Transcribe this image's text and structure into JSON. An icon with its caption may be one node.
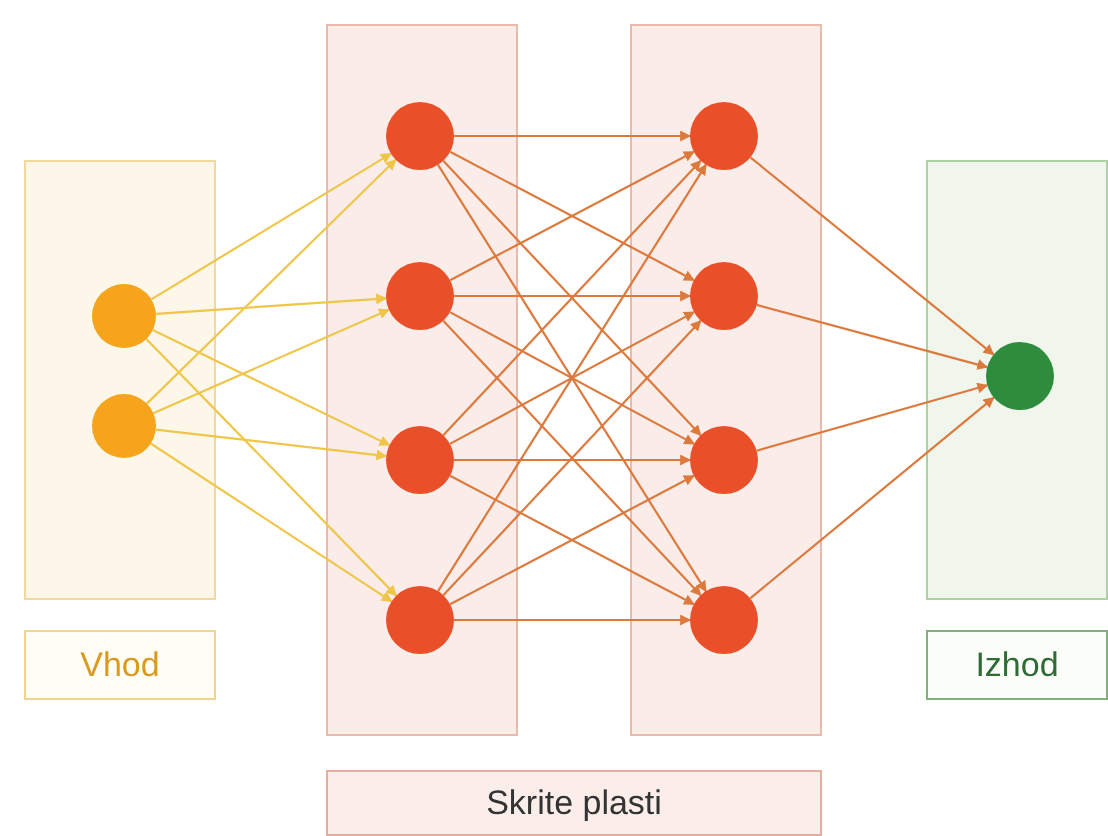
{
  "diagram": {
    "nodes": [
      {
        "text": [],
        "shape": "box"
      },
      {
        "text": [],
        "shape": "circle",
        "in": 0
      },
      {
        "text": [],
        "shape": "circle",
        "in": 0
      },
      {
        "text": [],
        "shape": "box"
      },
      {
        "text": [],
        "shape": "circle",
        "in": 3
      },
      {
        "text": [],
        "shape": "circle",
        "in": 3
      },
      {
        "text": [],
        "shape": "circle",
        "in": 3
      },
      {
        "text": [],
        "shape": "circle",
        "in": 3
      },
      {
        "text": [],
        "shape": "box"
      },
      {
        "text": [],
        "shape": "circle",
        "in": 8
      },
      {
        "text": [],
        "shape": "circle",
        "in": 8
      },
      {
        "text": [],
        "shape": "circle",
        "in": 8
      },
      {
        "text": [],
        "shape": "circle",
        "in": 8
      },
      {
        "text": [],
        "shape": "box"
      },
      {
        "text": [],
        "shape": "circle",
        "in": 13
      },
      {
        "text": [
          "Vhod"
        ]
      },
      {
        "text": [
          "Izhod"
        ]
      },
      {
        "text": [
          "Skrite plasti"
        ]
      }
    ],
    "edges": [
      {
        "from": 1,
        "to": 4,
        "arrow": "to",
        "color": "#f0c64a"
      },
      {
        "from": 1,
        "to": 5,
        "arrow": "to",
        "color": "#f0c64a"
      },
      {
        "from": 1,
        "to": 6,
        "arrow": "to",
        "color": "#f0c64a"
      },
      {
        "from": 1,
        "to": 7,
        "arrow": "to",
        "color": "#f0c64a"
      },
      {
        "from": 2,
        "to": 4,
        "arrow": "to",
        "color": "#f0c64a"
      },
      {
        "from": 2,
        "to": 5,
        "arrow": "to",
        "color": "#f0c64a"
      },
      {
        "from": 2,
        "to": 6,
        "arrow": "to",
        "color": "#f0c64a"
      },
      {
        "from": 2,
        "to": 7,
        "arrow": "to",
        "color": "#f0c64a"
      },
      {
        "from": 4,
        "to": 9,
        "arrow": "to"
      },
      {
        "from": 4,
        "to": 10,
        "arrow": "to"
      },
      {
        "from": 4,
        "to": 11,
        "arrow": "to"
      },
      {
        "from": 4,
        "to": 12,
        "arrow": "to"
      },
      {
        "from": 5,
        "to": 9,
        "arrow": "to"
      },
      {
        "from": 5,
        "to": 10,
        "arrow": "to"
      },
      {
        "from": 5,
        "to": 11,
        "arrow": "to"
      },
      {
        "from": 5,
        "to": 12,
        "arrow": "to"
      },
      {
        "from": 6,
        "to": 9,
        "arrow": "to"
      },
      {
        "from": 6,
        "to": 10,
        "arrow": "to"
      },
      {
        "from": 6,
        "to": 11,
        "arrow": "to"
      },
      {
        "from": 6,
        "to": 12,
        "arrow": "to"
      },
      {
        "from": 7,
        "to": 9,
        "arrow": "to"
      },
      {
        "from": 7,
        "to": 10,
        "arrow": "to"
      },
      {
        "from": 7,
        "to": 11,
        "arrow": "to"
      },
      {
        "from": 7,
        "to": 12,
        "arrow": "to"
      },
      {
        "from": 9,
        "to": 14,
        "arrow": "to"
      },
      {
        "from": 10,
        "to": 14,
        "arrow": "to"
      },
      {
        "from": 11,
        "to": 14,
        "arrow": "to"
      },
      {
        "from": 12,
        "to": 14,
        "arrow": "to"
      }
    ]
  }
}
